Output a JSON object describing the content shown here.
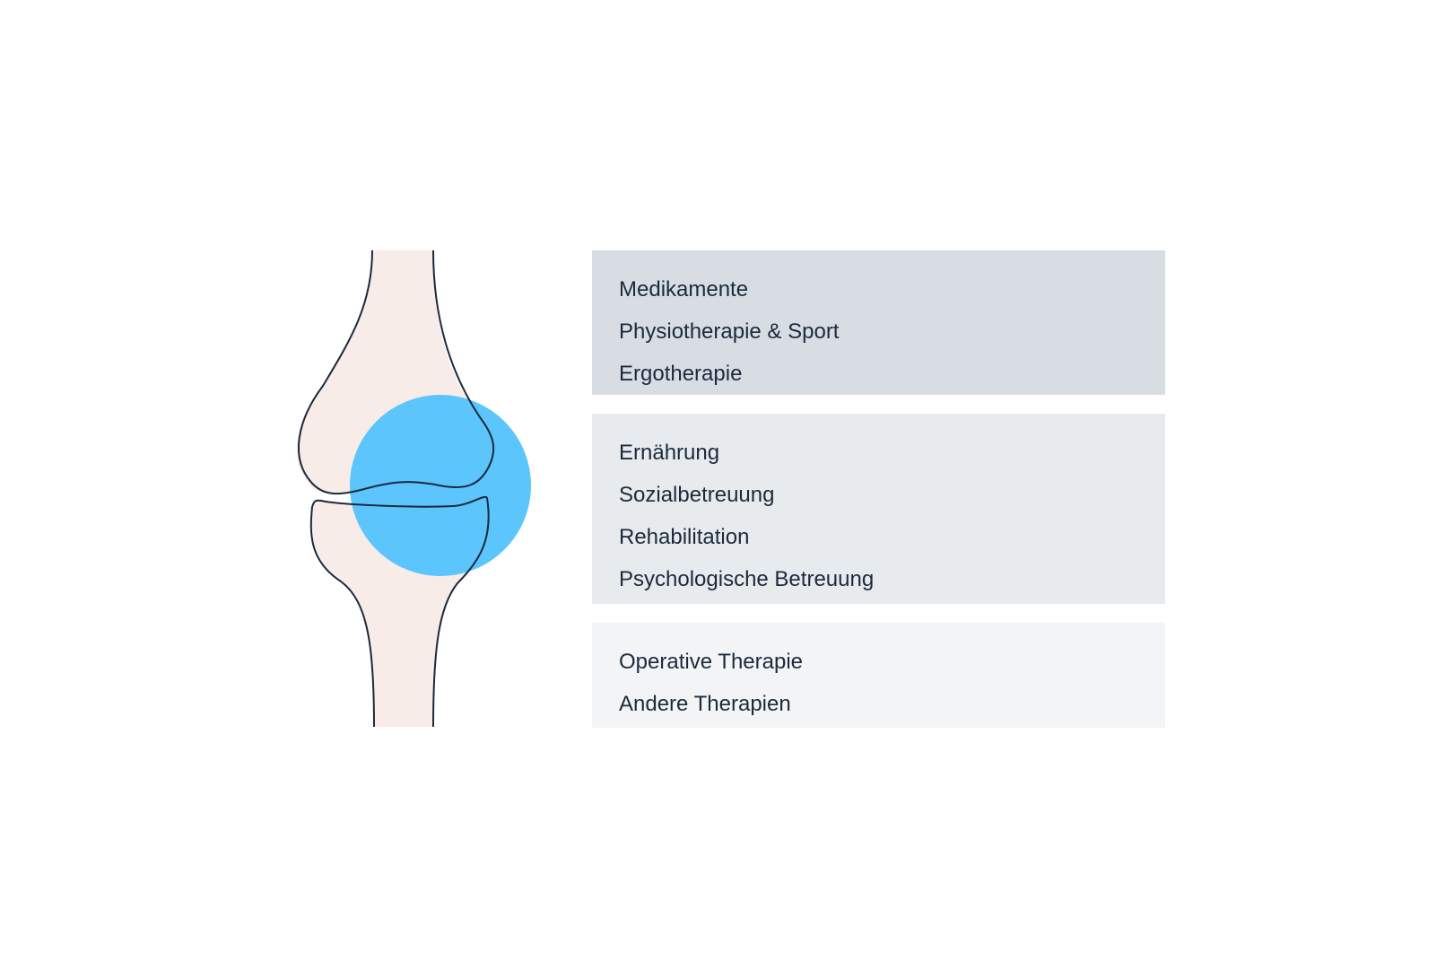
{
  "colors": {
    "bone_fill": "#f7ece8",
    "outline": "#1b2a3d",
    "inflammation_circle": "#5bc5fc",
    "text": "#1b2a3d"
  },
  "illustration": {
    "icon": "knee-joint-icon"
  },
  "groups": [
    {
      "color": "#d8dde3",
      "items": [
        "Medikamente",
        "Physiotherapie & Sport",
        "Ergotherapie"
      ]
    },
    {
      "color": "#e8ebed",
      "items": [
        "Ernährung",
        "Sozialbetreuung",
        "Rehabilitation",
        "Psychologische Betreuung"
      ]
    },
    {
      "color": "#f2f4f5",
      "items": [
        "Operative Therapie",
        "Andere Therapien"
      ]
    }
  ]
}
